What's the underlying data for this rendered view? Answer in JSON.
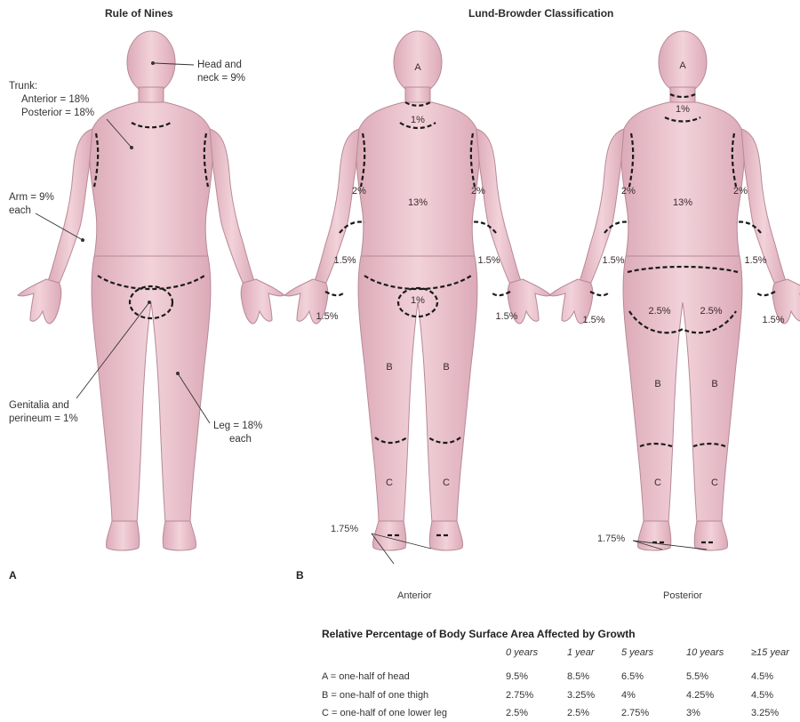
{
  "titles": {
    "rule_of_nines": "Rule of Nines",
    "lund_browder": "Lund-Browder Classification"
  },
  "labels": {
    "trunk": "Trunk:",
    "trunk_anterior": "Anterior = 18%",
    "trunk_posterior": "Posterior = 18%",
    "head_neck_1": "Head and",
    "head_neck_2": "neck = 9%",
    "arm_1": "Arm = 9%",
    "arm_2": "each",
    "genitalia_1": "Genitalia and",
    "genitalia_2": "perineum = 1%",
    "leg_1": "Leg = 18%",
    "leg_2": "each",
    "panel_a": "A",
    "panel_b": "B",
    "anterior": "Anterior",
    "posterior": "Posterior",
    "ankle_ant": "1.75%",
    "ankle_post": "1.75%"
  },
  "anterior_pct": {
    "head": "A",
    "neck": "1%",
    "upper_arm_l": "2%",
    "upper_arm_r": "2%",
    "trunk": "13%",
    "forearm_l": "1.5%",
    "forearm_r": "1.5%",
    "genital": "1%",
    "hand_l": "1.5%",
    "hand_r": "1.5%",
    "thigh_l": "B",
    "thigh_r": "B",
    "leg_l": "C",
    "leg_r": "C"
  },
  "posterior_pct": {
    "head": "A",
    "neck": "1%",
    "upper_arm_l": "2%",
    "upper_arm_r": "2%",
    "trunk": "13%",
    "forearm_l": "1.5%",
    "forearm_r": "1.5%",
    "buttock_l": "2.5%",
    "buttock_r": "2.5%",
    "hand_l": "1.5%",
    "hand_r": "1.5%",
    "thigh_l": "B",
    "thigh_r": "B",
    "leg_l": "C",
    "leg_r": "C"
  },
  "table": {
    "title": "Relative Percentage of Body Surface Area Affected by Growth",
    "headers": [
      "0 years",
      "1 year",
      "5 years",
      "10 years",
      "≥15 year"
    ],
    "rows": [
      {
        "label": "A = one-half of head",
        "values": [
          "9.5%",
          "8.5%",
          "6.5%",
          "5.5%",
          "4.5%"
        ]
      },
      {
        "label": "B = one-half of one thigh",
        "values": [
          "2.75%",
          "3.25%",
          "4%",
          "4.25%",
          "4.5%"
        ]
      },
      {
        "label": "C = one-half of one lower leg",
        "values": [
          "2.5%",
          "2.5%",
          "2.75%",
          "3%",
          "3.25%"
        ]
      }
    ]
  },
  "colors": {
    "skin": "#ecc6cf",
    "skin_shade": "#d9a9b6",
    "outline": "#b78997",
    "dashed": "#1a1a1a"
  }
}
